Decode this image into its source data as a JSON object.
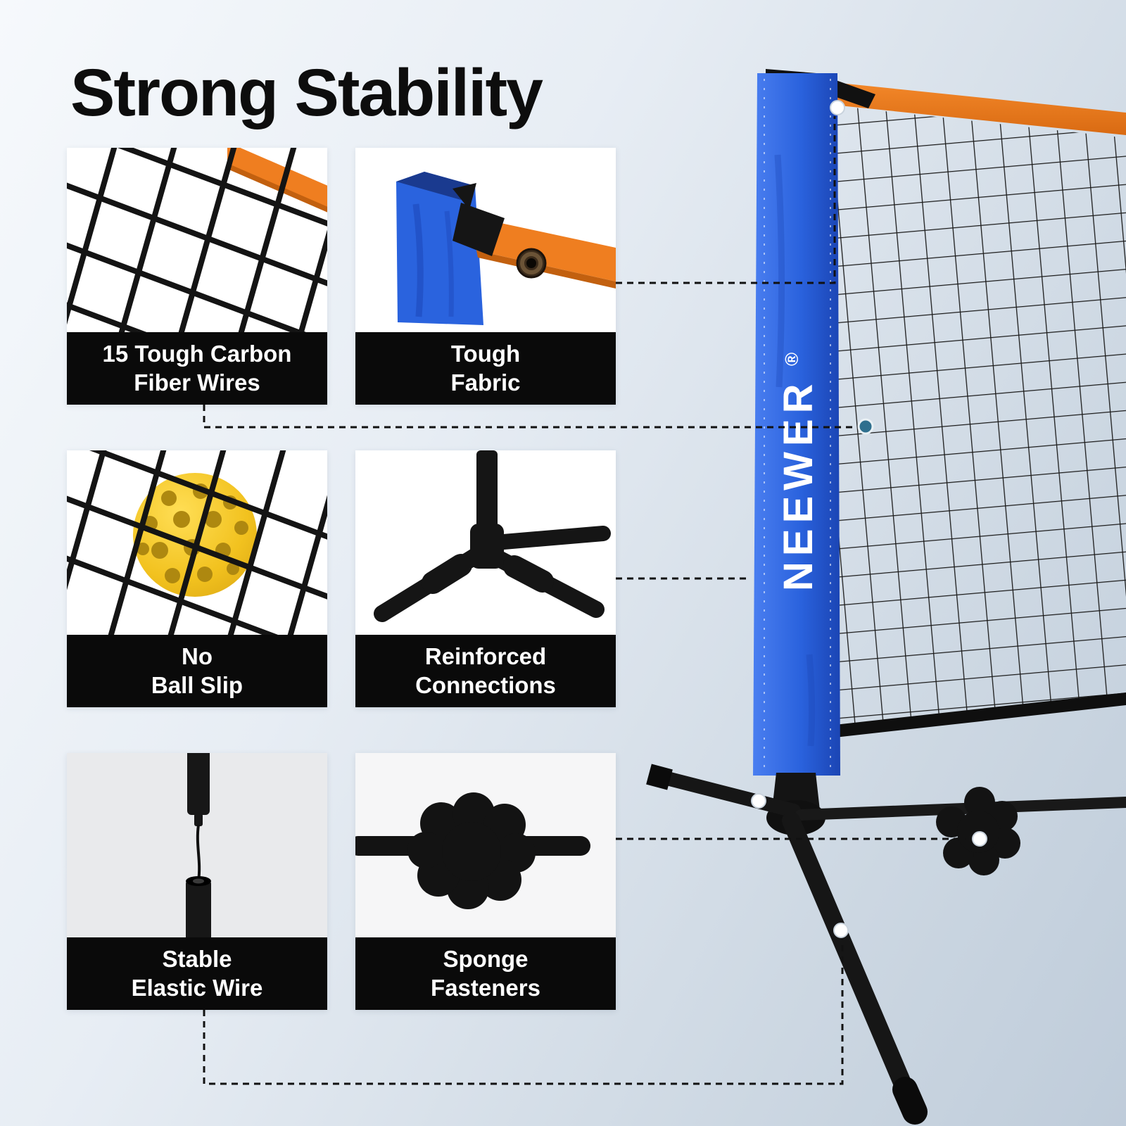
{
  "title": "Strong Stability",
  "tiles": [
    {
      "line1": "15 Tough Carbon",
      "line2": "Fiber Wires"
    },
    {
      "line1": "Tough",
      "line2": "Fabric"
    },
    {
      "line1": "No",
      "line2": "Ball Slip"
    },
    {
      "line1": "Reinforced",
      "line2": "Connections"
    },
    {
      "line1": "Stable",
      "line2": "Elastic Wire"
    },
    {
      "line1": "Sponge",
      "line2": "Fasteners"
    }
  ],
  "product": {
    "brand": "NEEWER",
    "registered": "®"
  },
  "colors": {
    "accent_orange": "#EF7E20",
    "brand_blue": "#2A62DD",
    "net_black": "#1C1C1C",
    "ball_yellow": "#F2C21F",
    "caption_bg": "#0A0A0A"
  }
}
